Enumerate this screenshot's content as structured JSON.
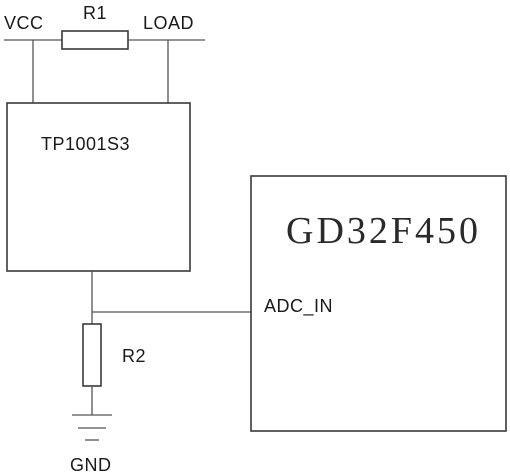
{
  "labels": {
    "vcc": "VCC",
    "r1": "R1",
    "load": "LOAD",
    "sensor": "TP1001S3",
    "mcu": "GD32F450",
    "adc": "ADC_IN",
    "r2": "R2",
    "gnd": "GND"
  }
}
